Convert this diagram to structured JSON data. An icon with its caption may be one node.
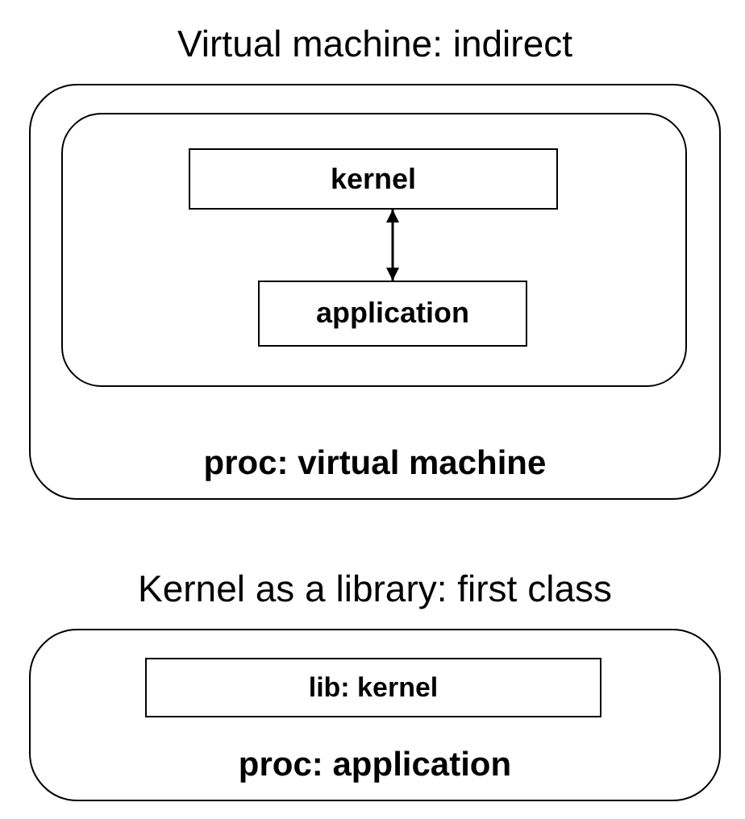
{
  "diagram": {
    "nodes": [
      {
        "text": [
          "Virtual machine: indirect",
          "proc: virtual machine"
        ]
      },
      {
        "text": [],
        "shape": "box",
        "in": 0
      },
      {
        "text": [
          "kernel"
        ],
        "in": 1
      },
      {
        "text": [
          "application"
        ],
        "in": 1
      },
      {
        "text": [
          "Kernel as a library: first class",
          "proc: application"
        ]
      },
      {
        "text": [
          "lib: kernel"
        ],
        "in": 4
      }
    ],
    "edges": [
      {
        "from": 2,
        "to": 3,
        "arrow": "both"
      }
    ]
  }
}
